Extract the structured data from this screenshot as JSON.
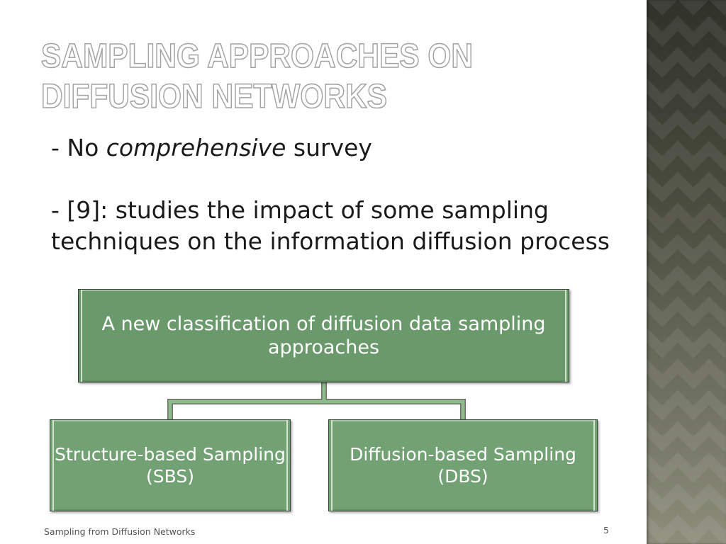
{
  "slide": {
    "title": {
      "line1": "SAMPLING APPROACHES ON",
      "line2": "DIFFUSION NETWORKS"
    },
    "bullets": [
      {
        "prefix": "- No ",
        "emphasis": "comprehensive",
        "suffix": " survey"
      },
      {
        "text": "- [9]: studies the impact of some sampling techniques on the information diffusion process"
      }
    ],
    "footer": {
      "text": "Sampling from Diffusion Networks",
      "page_number": "5"
    }
  },
  "diagram": {
    "root": {
      "label": "A new classification of diffusion data sampling approaches"
    },
    "children": [
      {
        "label": "Structure-based Sampling",
        "abbr": "(SBS)"
      },
      {
        "label": "Diffusion-based Sampling",
        "abbr": "(DBS)"
      }
    ]
  },
  "colors": {
    "title_outline": "#a2a2a2",
    "root_fill": "#6a996b",
    "child_fill": "#72a273",
    "connector": "#8dbb89",
    "connector_edge": "#6b6f68",
    "panel_top": "#30322a",
    "panel_bottom": "#8c8d7b"
  }
}
